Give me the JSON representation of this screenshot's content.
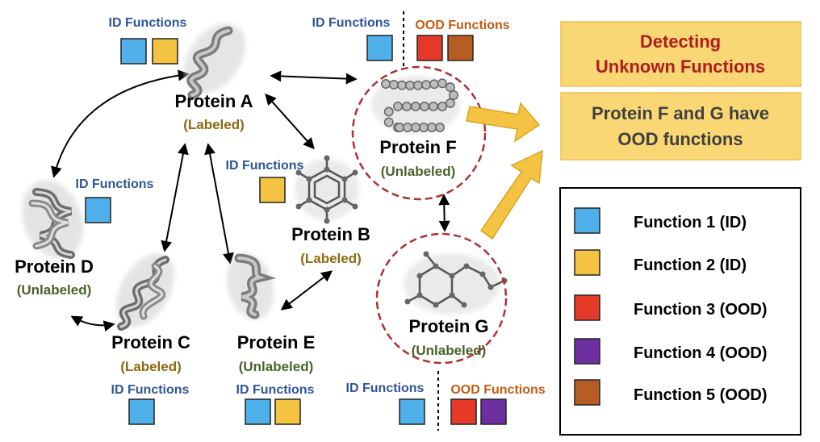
{
  "colors": {
    "function_1": "#4fb0ea",
    "function_2": "#f5c342",
    "function_3": "#e53a28",
    "function_4": "#6e2fa1",
    "function_5": "#b85c26",
    "labeled": "#8c6a12",
    "unlabeled": "#49622a",
    "id_functions": "#2e5597",
    "ood_functions": "#c55a11",
    "highlight_box": "#fad775",
    "highlight_border": "#f0c050",
    "detect_text": "#b01c1c",
    "ood_circle": "#b03030",
    "arrow_fill": "#f5c343"
  },
  "labels": {
    "id_functions": "ID Functions",
    "ood_functions": "OOD Functions",
    "labeled": "(Labeled)",
    "unlabeled": "(Unlabeled)"
  },
  "proteins": {
    "a": {
      "name": "Protein A",
      "status": "(Labeled)",
      "id_functions": [
        "function_1",
        "function_2"
      ]
    },
    "b": {
      "name": "Protein B",
      "status": "(Labeled)",
      "id_functions": [
        "function_2"
      ]
    },
    "c": {
      "name": "Protein C",
      "status": "(Labeled)",
      "id_functions": [
        "function_1"
      ]
    },
    "d": {
      "name": "Protein D",
      "status": "(Unlabeled)",
      "id_functions": [
        "function_1"
      ]
    },
    "e": {
      "name": "Protein E",
      "status": "(Unlabeled)",
      "id_functions": [
        "function_1",
        "function_2"
      ]
    },
    "f": {
      "name": "Protein F",
      "status": "(Unlabeled)",
      "id_functions": [
        "function_1"
      ],
      "ood_functions": [
        "function_3",
        "function_5"
      ]
    },
    "g": {
      "name": "Protein G",
      "status": "(Unlabeled)",
      "id_functions": [
        "function_1"
      ],
      "ood_functions": [
        "function_3",
        "function_4"
      ]
    }
  },
  "detect_box": {
    "line1": "Detecting",
    "line2": "Unknown Functions"
  },
  "result_box": {
    "line1": "Protein F and G have",
    "line2": "OOD functions"
  },
  "legend": [
    {
      "label": "Function 1 (ID)",
      "color": "function_1"
    },
    {
      "label": "Function 2 (ID)",
      "color": "function_2"
    },
    {
      "label": "Function 3 (OOD)",
      "color": "function_3"
    },
    {
      "label": "Function 4 (OOD)",
      "color": "function_4"
    },
    {
      "label": "Function 5 (OOD)",
      "color": "function_5"
    }
  ]
}
